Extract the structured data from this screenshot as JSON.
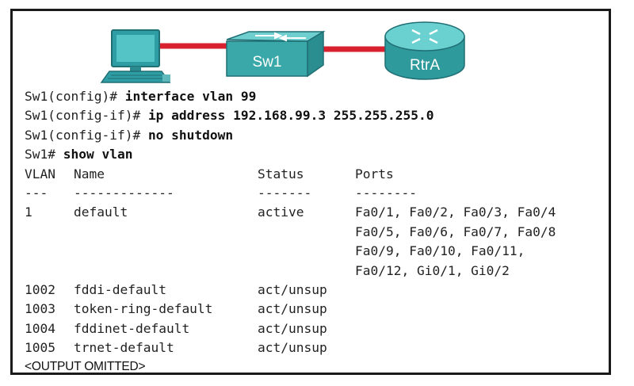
{
  "topology": {
    "switch_label": "Sw1",
    "router_label": "RtrA",
    "link_color": "#d8202f",
    "switch_color": "#3aa8a8",
    "router_color": "#3aa8a8",
    "pc_color": "#2e9ea4"
  },
  "cli": {
    "lines": [
      {
        "prompt": "Sw1(config)# ",
        "cmd": "interface vlan 99"
      },
      {
        "prompt": "Sw1(config-if)# ",
        "cmd": "ip address 192.168.99.3 255.255.255.0"
      },
      {
        "prompt": "Sw1(config-if)# ",
        "cmd": "no shutdown"
      },
      {
        "prompt": "Sw1# ",
        "cmd": "show vlan"
      }
    ],
    "table": {
      "headers": [
        "VLAN",
        "Name",
        "Status",
        "Ports"
      ],
      "separators": [
        "---",
        "-------------",
        "-------",
        "--------"
      ],
      "rows": [
        {
          "vlan": "1",
          "name": "default",
          "status": "active",
          "ports": "Fa0/1, Fa0/2, Fa0/3, Fa0/4"
        },
        {
          "vlan": "",
          "name": "",
          "status": "",
          "ports": "Fa0/5, Fa0/6, Fa0/7, Fa0/8"
        },
        {
          "vlan": "",
          "name": "",
          "status": "",
          "ports": "Fa0/9, Fa0/10, Fa0/11,"
        },
        {
          "vlan": "",
          "name": "",
          "status": "",
          "ports": "Fa0/12, Gi0/1, Gi0/2"
        },
        {
          "vlan": "1002",
          "name": "fddi-default",
          "status": "act/unsup",
          "ports": ""
        },
        {
          "vlan": "1003",
          "name": "token-ring-default",
          "status": "act/unsup",
          "ports": ""
        },
        {
          "vlan": "1004",
          "name": "fddinet-default",
          "status": "act/unsup",
          "ports": ""
        },
        {
          "vlan": "1005",
          "name": "trnet-default",
          "status": "act/unsup",
          "ports": ""
        }
      ]
    },
    "footer": "<OUTPUT OMITTED>"
  }
}
